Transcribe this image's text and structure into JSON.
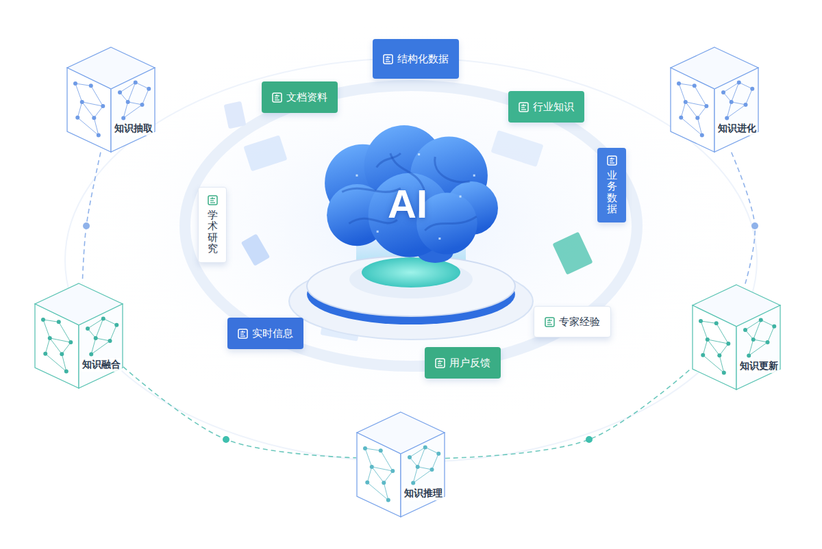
{
  "diagram": {
    "nodes": [
      {
        "text": [
          "知识抽取"
        ]
      },
      {
        "text": [
          "结构化数据"
        ]
      },
      {
        "text": [
          "知识进化"
        ]
      },
      {
        "text": [
          "文档资料"
        ]
      },
      {
        "text": [
          "行业知识"
        ]
      },
      {
        "text": [
          "AI"
        ]
      },
      {
        "text": [
          "业务数据"
        ]
      },
      {
        "text": [
          "学术研究"
        ]
      },
      {
        "text": [
          "知识融合"
        ]
      },
      {
        "text": [
          "知识更新"
        ]
      },
      {
        "text": [
          "实时信息"
        ]
      },
      {
        "text": [
          "专家经验"
        ]
      },
      {
        "text": [
          "用户反馈"
        ]
      },
      {
        "text": [
          "知识推理"
        ]
      }
    ],
    "edges": [
      {
        "from": 0,
        "to": 8,
        "arrow": "none"
      },
      {
        "from": 8,
        "to": 13,
        "arrow": "none"
      },
      {
        "from": 13,
        "to": 9,
        "arrow": "none"
      },
      {
        "from": 9,
        "to": 2,
        "arrow": "none"
      }
    ]
  }
}
